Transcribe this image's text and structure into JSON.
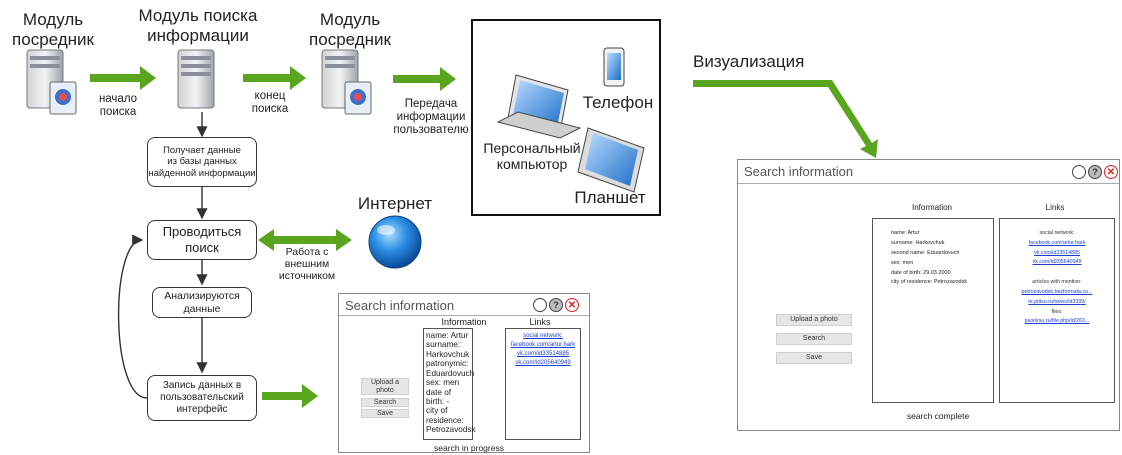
{
  "pipeline": {
    "step1_label": "Модуль\nпосредник",
    "step2_label": "Модуль поиска\nинформации",
    "step3_label": "Модуль\nпосредник",
    "arrow1_label": "начало\nпоиска",
    "arrow2_label": "конец\nпоиска",
    "arrow3_label": "Передача\nинформации\nпользователю",
    "visualization_label": "Визуализация"
  },
  "devices": {
    "phone": "Телефон",
    "pc": "Персональный\nкомпьютор",
    "tablet": "Планшет"
  },
  "flow": {
    "box1": "Получает данные\nиз базы данных\nнайденной информации",
    "box2": "Проводиться\nпоиск",
    "box3": "Анализируются\nданные",
    "box4": "Запись данных в\nпользовательский\nинтерфейс",
    "internet_label": "Интернет",
    "exchange_label": "Работа с\nвнешним\nисточником"
  },
  "small_window": {
    "title": "Search information",
    "info_header": "Information",
    "links_header": "Links",
    "info_lines": [
      "name: Artur",
      "surname:",
      "Harkovchuk",
      "patronymic:",
      "Eduardovuch",
      "sex: men",
      "date of birth: -",
      "city of residence:",
      "Petrozavodsk"
    ],
    "links_section": "social network:",
    "links": [
      "facebook.com/artur.hark",
      "vk.com/id33514885",
      "vk.com/id205640949"
    ],
    "upload_button": "Upload a\nphoto",
    "search_button": "Search",
    "save_button": "Save",
    "status": "search in progress"
  },
  "large_window": {
    "title": "Search information",
    "info_header": "Information",
    "links_header": "Links",
    "info_lines": [
      "name: Artur",
      "surname: Harkovchuk",
      "second name: Eduardovuch",
      "sex: men",
      "date of birth: 29.03.2000",
      "city of residence: Petrozavodsk"
    ],
    "social_section": "social network:",
    "social_links": [
      "facebook.com/artur.hark",
      "vk.com/id33514885",
      "vk.com/id205640949"
    ],
    "articles_section": "articles with mention:",
    "article_links": [
      "petrozavodsk.bezformata.co...",
      "te.ptitsu.ru/news/id3399/"
    ],
    "files_section": "files:",
    "file_links": [
      "psonksu.ru/file.php/id/263..."
    ],
    "upload_button": "Upload a photo",
    "search_button": "Search",
    "save_button": "Save",
    "status": "search complete"
  },
  "window_buttons": {
    "help_glyph": "?",
    "close_glyph": "✕"
  },
  "colors": {
    "arrow_green": "#5aa51e",
    "flow_stroke": "#333333",
    "link_blue": "#1a3fd1",
    "globe_blue": "#1d7fd6"
  }
}
